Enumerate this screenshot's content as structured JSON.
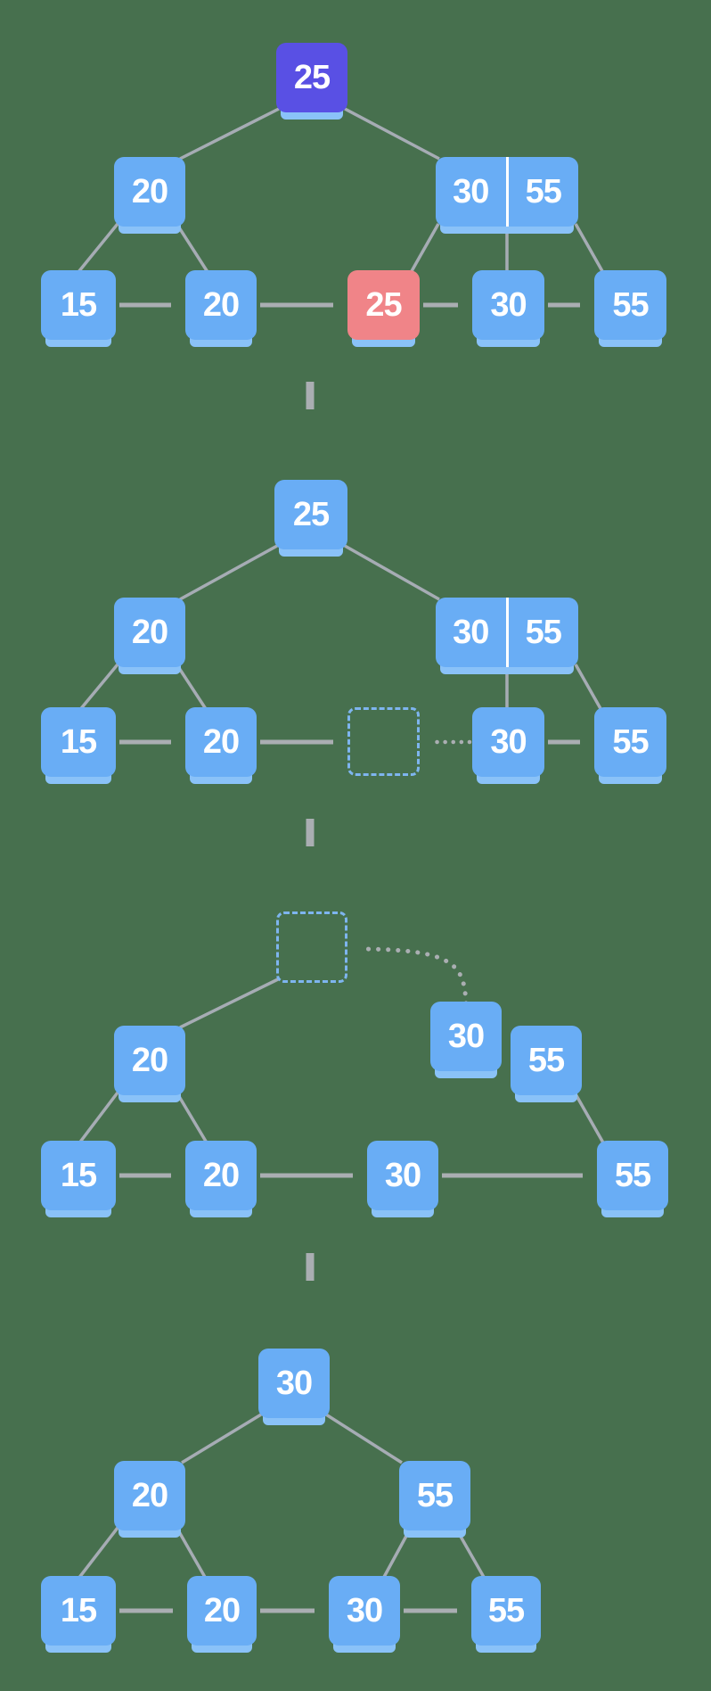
{
  "diagram": {
    "title_hint": "B+ tree deletion of key 25, shown in four steps",
    "colors": {
      "bg": "#47704E",
      "node_blue": "#69ADF5",
      "node_shadow": "#8AC2F8",
      "node_purple": "#5950E4",
      "node_red": "#F08488",
      "slot_border": "#7EB5EF",
      "edge": "#A6ACB4",
      "arrow": "#AAAEB2",
      "node_text": "#FFFFFF"
    },
    "steps": [
      {
        "root": {
          "label": "25"
        },
        "internal_left": {
          "label": "20"
        },
        "internal_right": {
          "keys": [
            "30",
            "55"
          ]
        },
        "leaves": [
          "15",
          "20",
          "25",
          "30",
          "55"
        ]
      },
      {
        "root": {
          "label": "25"
        },
        "internal_left": {
          "label": "20"
        },
        "internal_right": {
          "keys": [
            "30",
            "55"
          ]
        },
        "leaves": [
          "15",
          "20",
          "30",
          "55"
        ]
      },
      {
        "internal_left": {
          "label": "20"
        },
        "detached_nodes": [
          "30",
          "55"
        ],
        "leaves": [
          "15",
          "20",
          "30",
          "55"
        ]
      },
      {
        "root": {
          "label": "30"
        },
        "internal_left": {
          "label": "20"
        },
        "internal_right": {
          "label": "55"
        },
        "leaves": [
          "15",
          "20",
          "30",
          "55"
        ]
      }
    ]
  }
}
